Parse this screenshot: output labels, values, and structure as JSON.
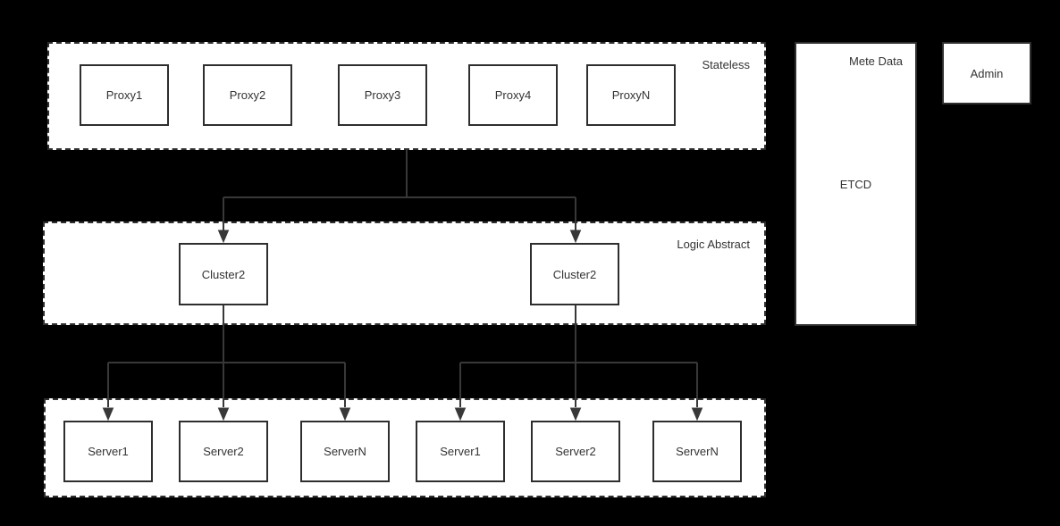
{
  "groups": {
    "stateless": {
      "label": "Stateless"
    },
    "logic": {
      "label": "Logic Abstract"
    }
  },
  "nodes": {
    "proxies": [
      "Proxy1",
      "Proxy2",
      "Proxy3",
      "Proxy4",
      "ProxyN"
    ],
    "clusters": [
      "Cluster2",
      "Cluster2"
    ],
    "servers": [
      "Server1",
      "Server2",
      "ServerN",
      "Server1",
      "Server2",
      "ServerN"
    ]
  },
  "meta": {
    "title": "Mete Data",
    "body": "ETCD"
  },
  "admin": {
    "label": "Admin"
  },
  "edges": [
    {
      "from": "stateless-group",
      "to": "clusters.0"
    },
    {
      "from": "stateless-group",
      "to": "clusters.1"
    },
    {
      "from": "clusters.0",
      "to": "servers.0"
    },
    {
      "from": "clusters.0",
      "to": "servers.1"
    },
    {
      "from": "clusters.0",
      "to": "servers.2"
    },
    {
      "from": "clusters.1",
      "to": "servers.3"
    },
    {
      "from": "clusters.1",
      "to": "servers.4"
    },
    {
      "from": "clusters.1",
      "to": "servers.5"
    }
  ],
  "colors": {
    "background": "#000000",
    "panel": "#ffffff",
    "border": "#2e2e2e",
    "line": "#383838",
    "text": "#333333"
  }
}
